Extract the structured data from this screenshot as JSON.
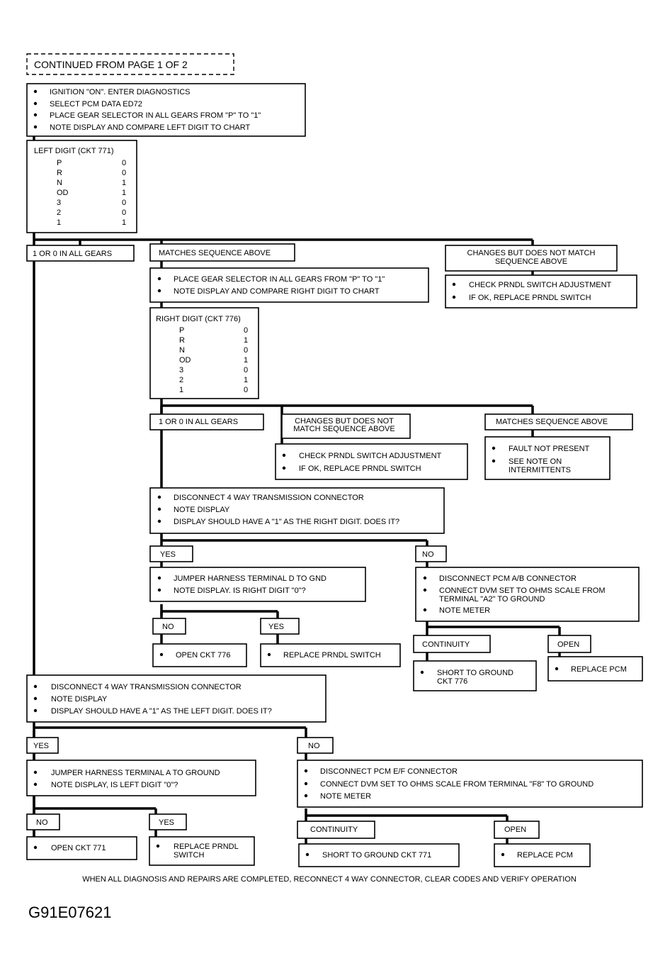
{
  "continued_label": "CONTINUED FROM PAGE 1 OF 2",
  "step1": [
    "IGNITION \"ON\". ENTER DIAGNOSTICS",
    "SELECT PCM DATA ED72",
    "PLACE GEAR SELECTOR IN ALL GEARS FROM \"P\" TO \"1\"",
    "NOTE DISPLAY AND COMPARE LEFT DIGIT TO CHART"
  ],
  "left_chart": {
    "title": "LEFT DIGIT (CKT 771)",
    "rows": [
      [
        "P",
        "0"
      ],
      [
        "R",
        "0"
      ],
      [
        "N",
        "1"
      ],
      [
        "OD",
        "1"
      ],
      [
        "3",
        "0"
      ],
      [
        "2",
        "0"
      ],
      [
        "1",
        "1"
      ]
    ]
  },
  "left_outcomes": {
    "all_gears": "1 OR 0 IN ALL GEARS",
    "matches": "MATCHES SEQUENCE ABOVE",
    "changes": [
      "CHANGES BUT DOES NOT MATCH",
      "SEQUENCE ABOVE"
    ]
  },
  "prndl_check_a": [
    "CHECK PRNDL SWITCH ADJUSTMENT",
    "IF OK, REPLACE  PRNDL SWITCH"
  ],
  "step2": [
    "PLACE GEAR SELECTOR IN ALL GEARS FROM \"P\" TO \"1\"",
    "NOTE DISPLAY AND COMPARE RIGHT DIGIT TO CHART"
  ],
  "right_chart": {
    "title": "RIGHT DIGIT (CKT 776)",
    "rows": [
      [
        "P",
        "0"
      ],
      [
        "R",
        "1"
      ],
      [
        "N",
        "0"
      ],
      [
        "OD",
        "1"
      ],
      [
        "3",
        "0"
      ],
      [
        "2",
        "1"
      ],
      [
        "1",
        "0"
      ]
    ]
  },
  "right_outcomes": {
    "all_gears": "1 OR 0 IN ALL GEARS",
    "changes": [
      "CHANGES BUT DOES NOT",
      "MATCH SEQUENCE ABOVE"
    ],
    "matches": "MATCHES SEQUENCE ABOVE"
  },
  "prndl_check_b": [
    "CHECK PRNDL SWITCH ADJUSTMENT",
    "IF OK, REPLACE  PRNDL SWITCH"
  ],
  "fault_box": [
    "FAULT NOT PRESENT",
    "SEE NOTE ON",
    "INTERMITTENTS"
  ],
  "disconnect_right": [
    "DISCONNECT 4 WAY TRANSMISSION CONNECTOR",
    "NOTE  DISPLAY",
    "DISPLAY SHOULD HAVE A \"1\" AS THE RIGHT DIGIT. DOES IT?"
  ],
  "yes": "YES",
  "no": "NO",
  "jumper_d": [
    "JUMPER  HARNESS TERMINAL D TO GND",
    "NOTE  DISPLAY. IS RIGHT DIGIT \"0\"?"
  ],
  "open_776": "OPEN CKT 776",
  "replace_prndl": "REPLACE PRNDL SWITCH",
  "pcm_ab": [
    "DISCONNECT PCM A/B CONNECTOR",
    "CONNECT DVM SET TO OHMS SCALE FROM",
    "TERMINAL \"A2\" TO GROUND",
    "NOTE  METER"
  ],
  "continuity": "CONTINUITY",
  "open": "OPEN",
  "short_776": [
    "SHORT  TO GROUND",
    "CKT 776"
  ],
  "replace_pcm": "REPLACE  PCM",
  "disconnect_left": [
    "DISCONNECT 4 WAY TRANSMISSION CONNECTOR",
    "NOTE  DISPLAY",
    "DISPLAY SHOULD HAVE A \"1\" AS THE LEFT DIGIT. DOES IT?"
  ],
  "jumper_a": [
    "JUMPER  HARNESS TERMINAL A TO GROUND",
    "NOTE  DISPLAY, IS LEFT DIGIT \"0\"?"
  ],
  "open_771": "OPEN CKT 771",
  "replace_prndl_2": [
    "REPLACE PRNDL",
    "SWITCH"
  ],
  "pcm_ef": [
    "DISCONNECT PCM E/F CONNECTOR",
    "CONNECT DVM SET TO OHMS SCALE FROM TERMINAL \"F8\" TO GROUND",
    "NOTE  METER"
  ],
  "short_771": "SHORT  TO GROUND CKT 771",
  "footer": "WHEN ALL DIAGNOSIS AND REPAIRS ARE COMPLETED, RECONNECT 4 WAY CONNECTOR, CLEAR CODES AND VERIFY OPERATION",
  "figure_id": "G91E07621"
}
